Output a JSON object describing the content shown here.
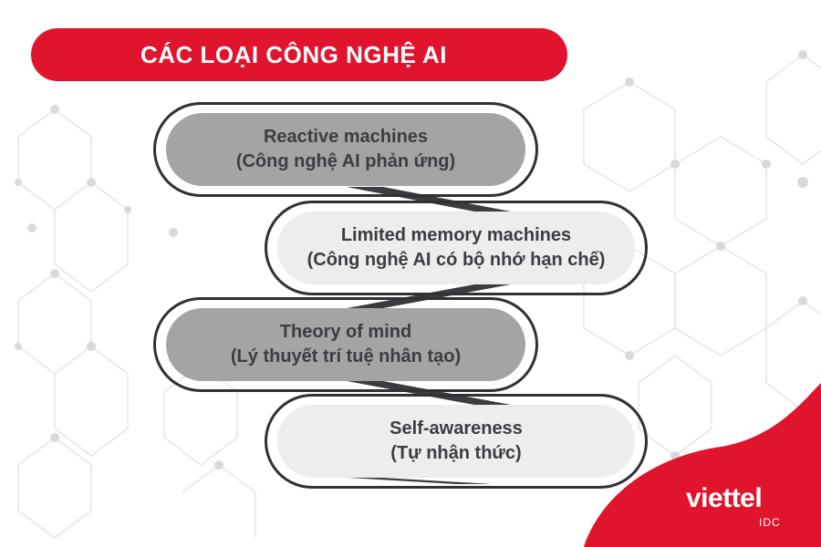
{
  "title": "CÁC LOẠI CÔNG NGHỆ AI",
  "steps": [
    {
      "name": "Reactive machines",
      "translation": "(Công nghệ AI phản ứng)"
    },
    {
      "name": "Limited memory machines",
      "translation": "(Công nghệ AI có bộ nhớ hạn chế)"
    },
    {
      "name": "Theory of mind",
      "translation": "(Lý thuyết trí tuệ nhân tạo)"
    },
    {
      "name": "Self-awareness",
      "translation": "(Tự nhận thức)"
    }
  ],
  "brand": {
    "name": "viettel",
    "sub": "IDC"
  },
  "colors": {
    "accent": "#e0142d",
    "dark_pill": "#a4a4a4",
    "light_pill": "#ededed",
    "outline": "#2f3133",
    "connector": "#3a3c3f"
  }
}
